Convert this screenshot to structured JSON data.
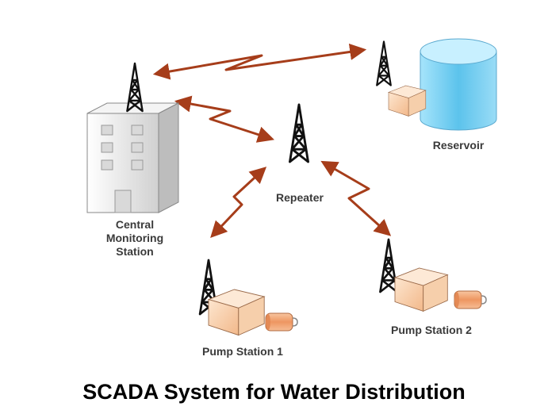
{
  "diagram": {
    "caption": "SCADA System for Water Distribution",
    "nodes": {
      "central": {
        "label_lines": [
          "Central",
          "Monitoring",
          "Station"
        ]
      },
      "repeater": {
        "label": "Repeater"
      },
      "reservoir": {
        "label": "Reservoir"
      },
      "pump1": {
        "label": "Pump Station 1"
      },
      "pump2": {
        "label": "Pump Station 2"
      }
    },
    "links": [
      {
        "from": "central",
        "to": "reservoir"
      },
      {
        "from": "central",
        "to": "repeater"
      },
      {
        "from": "repeater",
        "to": "pump1"
      },
      {
        "from": "repeater",
        "to": "pump2"
      }
    ],
    "colors": {
      "link": "#a63d1a",
      "tower": "#111111",
      "building": "#e8e8e8",
      "reservoir": "#7fd0f0",
      "pump_box": "#f5c9a3",
      "motor": "#f0a272"
    }
  }
}
